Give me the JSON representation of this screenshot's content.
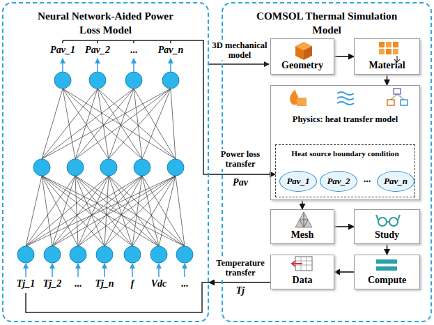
{
  "diagram": {
    "nodes": [
      {
        "text": [
          "Neural Network-Aided Power Loss Model"
        ]
      },
      {
        "text": [
          "COMSOL Thermal Simulation Model"
        ]
      },
      {
        "text": [
          "Geometry"
        ],
        "in": 1
      },
      {
        "text": [
          "Material"
        ],
        "in": 1
      },
      {
        "text": [
          "Physics: heat transfer model"
        ],
        "in": 1
      },
      {
        "text": [
          "Heat source boundary condition"
        ],
        "in": 4
      },
      {
        "text": [
          "Pav_1"
        ],
        "in": 5
      },
      {
        "text": [
          "Pav_2"
        ],
        "in": 5
      },
      {
        "text": [
          "Pav_n"
        ],
        "in": 5
      },
      {
        "text": [
          "Mesh"
        ],
        "in": 1
      },
      {
        "text": [
          "Study"
        ],
        "in": 1
      },
      {
        "text": [
          "Compute"
        ],
        "in": 1
      },
      {
        "text": [
          "Data"
        ],
        "in": 1
      }
    ],
    "edges": [
      {
        "from": 2,
        "to": 3,
        "arrow": "to"
      },
      {
        "from": 3,
        "to": 4,
        "arrow": "to"
      },
      {
        "from": 4,
        "to": 9,
        "arrow": "to"
      },
      {
        "from": 9,
        "to": 10,
        "arrow": "to"
      },
      {
        "from": 10,
        "to": 11,
        "arrow": "to"
      },
      {
        "from": 11,
        "to": 12,
        "arrow": "to"
      },
      {
        "from": 12,
        "to": 0,
        "label": "Temperature transfer",
        "arrow": "to"
      },
      {
        "from": 0,
        "to": 5,
        "label": "Power loss transfer",
        "arrow": "to"
      }
    ],
    "labels": [
      "Pav_1",
      "Pav_2",
      "...",
      "Pav_n",
      "Tj_1",
      "Tj_2",
      "...",
      "Tj_n",
      "f",
      "Vdc",
      "...",
      "3D mechanical model",
      "Pav",
      "Tj",
      "..."
    ]
  }
}
